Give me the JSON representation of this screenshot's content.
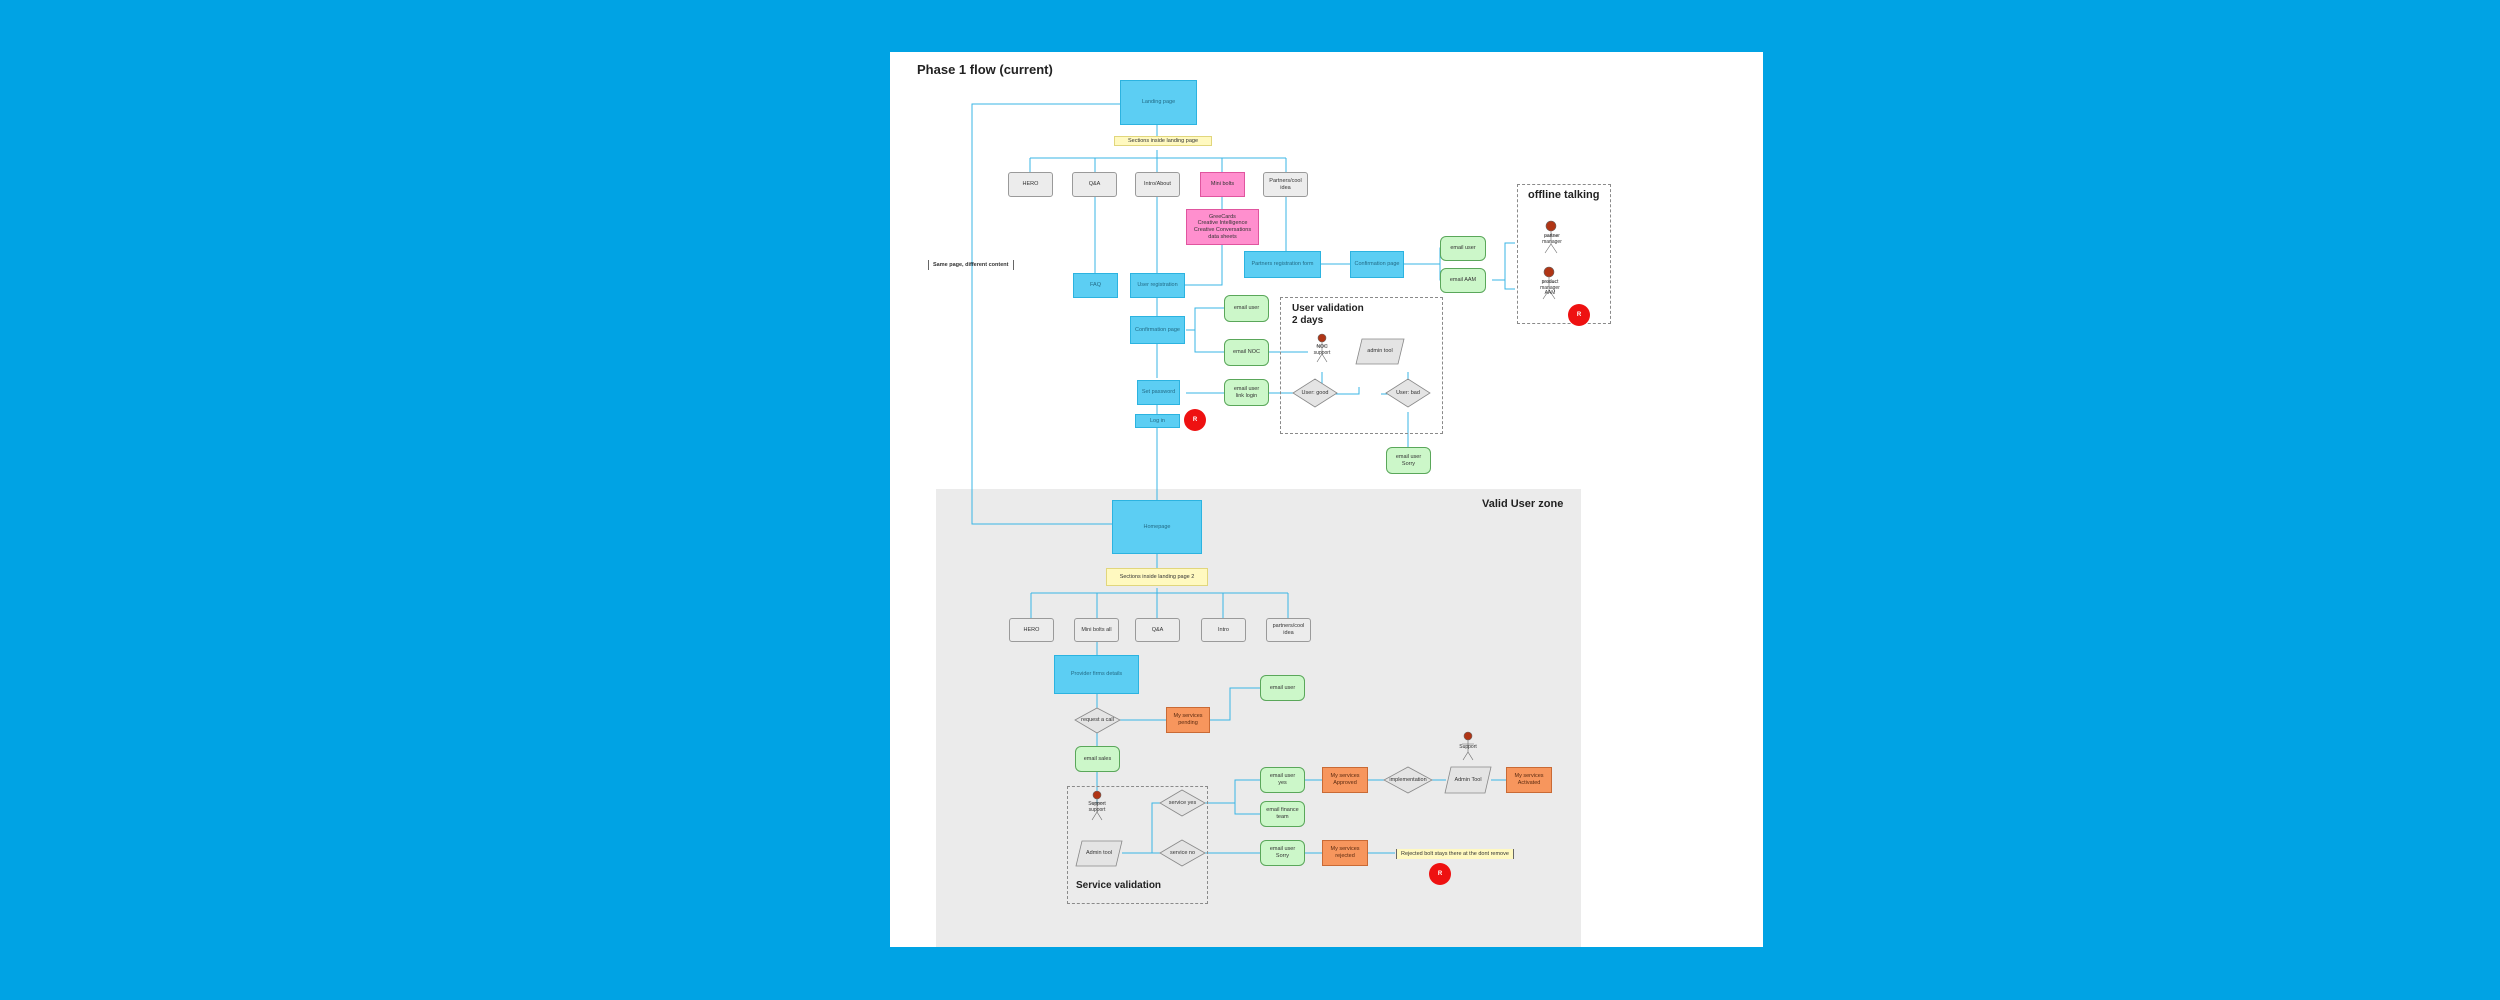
{
  "titles": {
    "main": "Phase 1 flow (current)",
    "valid_zone": "Valid User zone",
    "offline": "offline talking",
    "user_validation": "User validation\n2 days",
    "service_validation": "Service validation"
  },
  "notes": {
    "same_page": "Same page, different content",
    "sections_landing": "Sections inside landing page",
    "sections_landing2": "Sections inside landing page 2",
    "rejected": "Rejected bolt stays there at the   dont remove"
  },
  "nodes": {
    "landing_page": "Landing page",
    "hero1": "HERO",
    "qa1": "Q&A",
    "intro_about": "Intro/About",
    "mini_bolts": "Mini bolts",
    "partners_cool_idea1": "Partners/cool idea",
    "card_info": "GreeCards\nCreative Intelligence\nCreative Conversations\ndata sheets",
    "faq": "FAQ",
    "user_registration": "User registration",
    "partners_registration": "Partners registration form",
    "confirmation_page_partner": "Confirmation page",
    "email_user_partner": "email user",
    "email_aam": "email AAM",
    "confirmation_page": "Confirmation page",
    "email_user_1": "email user",
    "email_noc": "email NOC",
    "email_user_link": "email user\nlink login",
    "set_password": "Set password",
    "log_in": "Log in",
    "email_user_sorry": "email user\nSorry",
    "homepage": "Homepage",
    "hero2": "HERO",
    "mini_bolts_all": "Mini bolts all",
    "qa2": "Q&A",
    "intro2": "Intro",
    "partners_cool_idea2": "partners/cool idea",
    "provider_firms": "Provider firms details",
    "my_services_pending": "My services\npending",
    "email_user_2": "email user",
    "email_sales": "email sales",
    "email_user_yes": "email user\nyes",
    "my_services_approved": "My services\nApproved",
    "my_services_activated": "My services\nActivated",
    "email_finance": "email finance\nteam",
    "email_user_sorry_2": "email user\nSorry",
    "my_services_rejected": "My services\nrejected"
  },
  "diamonds": {
    "user_good": "User: good",
    "user_bad": "User: bad",
    "request_call": "request a call",
    "service_yes": "service yes",
    "service_no": "service no",
    "implementation": "implementation"
  },
  "parallelograms": {
    "admin_tool_1": "admin tool",
    "admin_tool_2": "Admin tool",
    "admin_tool_3": "Admin Tool"
  },
  "actors": {
    "partner_manager": "partner\nmanager",
    "product_manager": "product\nmanager\nAAM",
    "noc_support": "NOC\nsupport",
    "support_1": "Support\nsupport",
    "support_2": "Support"
  },
  "badges": {
    "r1": "R",
    "r2": "R",
    "r3": "R"
  },
  "colors": {
    "background": "#00a3e4",
    "blue_node": "#5ccef3",
    "green_node": "#ccf7c9",
    "orange_node": "#f7965d",
    "pink_node": "#ff8fce",
    "badge": "#ee1111",
    "connector": "#39b5e6"
  }
}
